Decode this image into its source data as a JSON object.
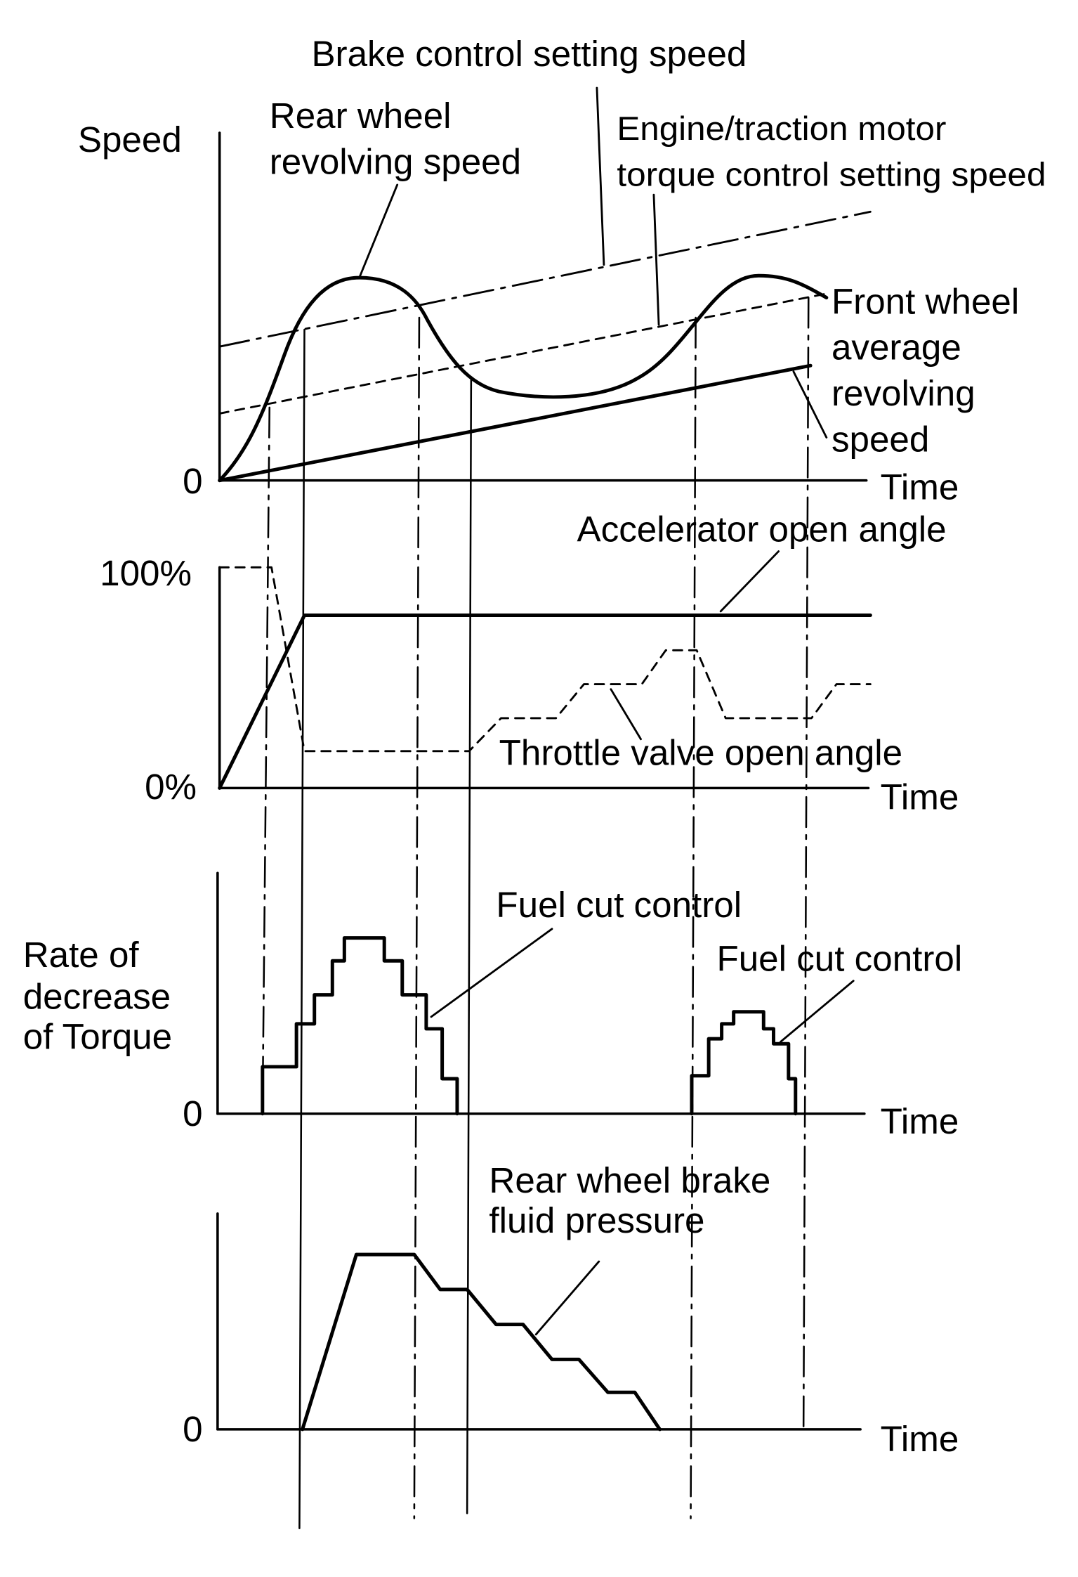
{
  "labels": {
    "brake_setting": "Brake control setting speed",
    "rear_wheel_1": "Rear wheel",
    "rear_wheel_2": "revolving speed",
    "engine_1": "Engine/traction motor",
    "engine_2": "torque control setting speed",
    "speed_axis": "Speed",
    "front_1": "Front wheel",
    "front_2": "average",
    "front_3": "revolving",
    "front_4": "speed",
    "zero_1": "0",
    "time_1": "Time",
    "accelerator": "Accelerator open angle",
    "pct100": "100%",
    "pct0": "0%",
    "throttle": "Throttle valve open angle",
    "time_2": "Time",
    "fuel_cut_1": "Fuel cut control",
    "fuel_cut_2": "Fuel cut control",
    "rate_1": "Rate of",
    "rate_2": "decrease",
    "rate_3": "of Torque",
    "zero_3": "0",
    "time_3": "Time",
    "brake_fluid_1": "Rear wheel brake",
    "brake_fluid_2": "fluid pressure",
    "zero_4": "0",
    "time_4": "Time"
  },
  "style": {
    "ink": "#000000",
    "background": "#ffffff"
  }
}
